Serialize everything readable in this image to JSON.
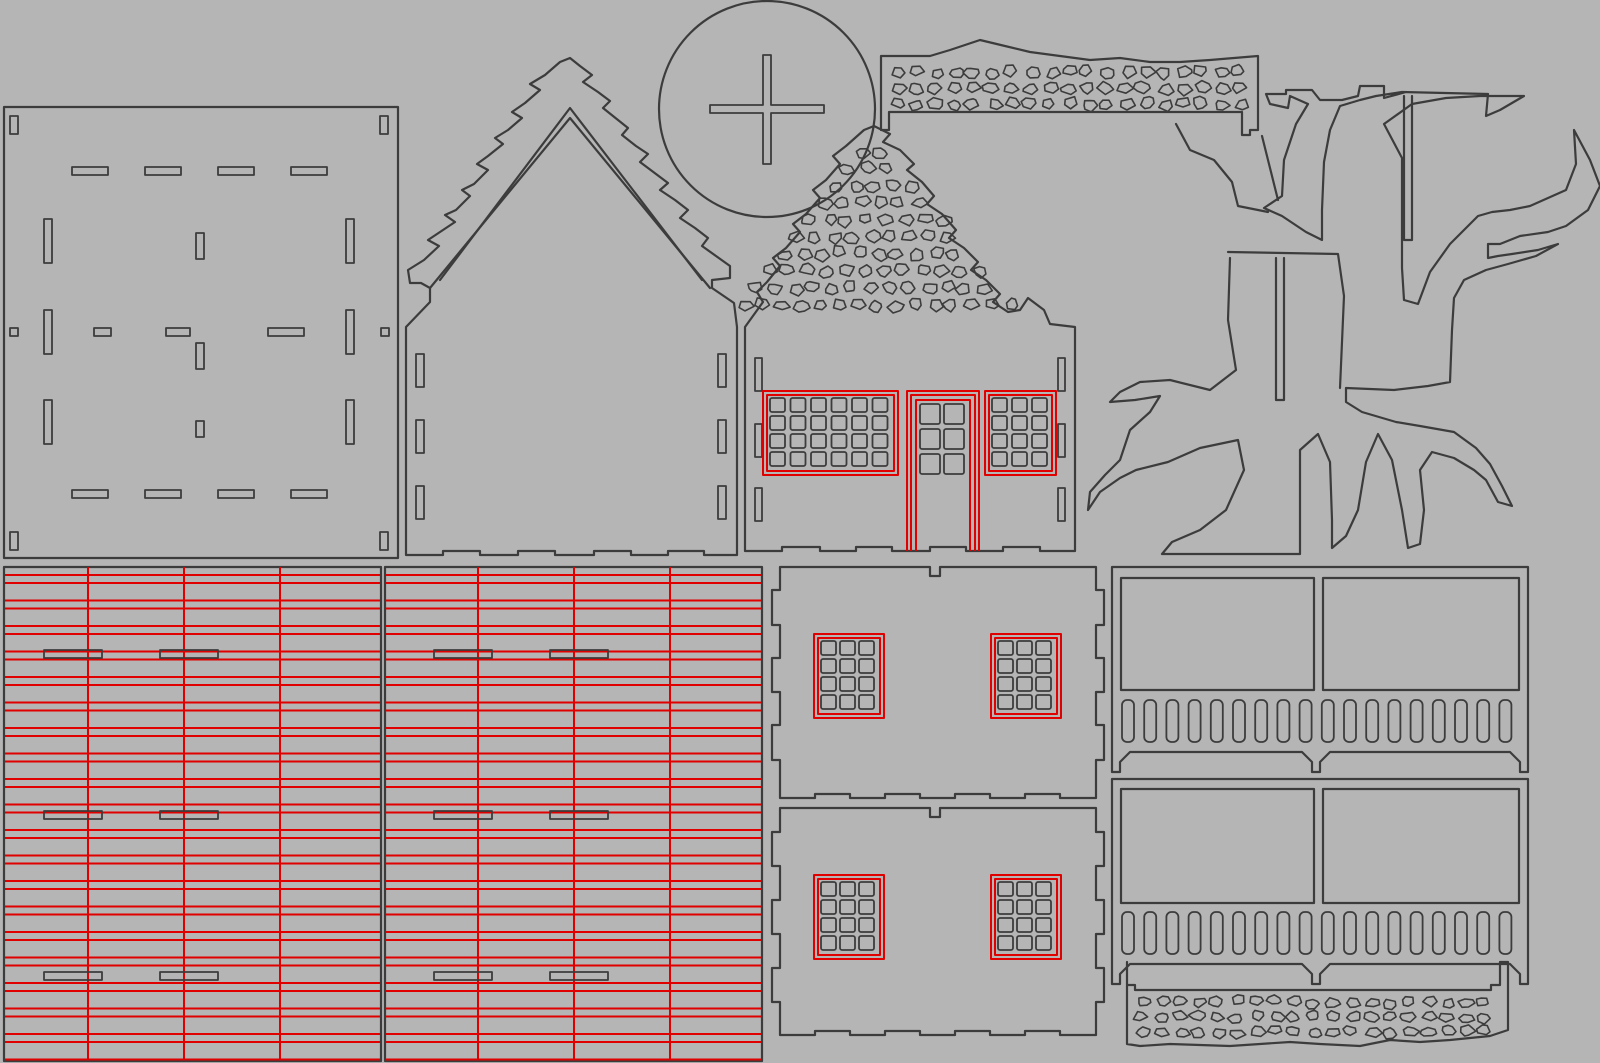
{
  "sheet": {
    "background": "#b5b5b5",
    "cut_color": "#3c3c3c",
    "engrave_color": "#e00000"
  },
  "parts": [
    {
      "name": "base-plate",
      "icon": "square-slotted-panel"
    },
    {
      "name": "gable-wall-plain",
      "icon": "house-gable-outline"
    },
    {
      "name": "round-disc-with-cross-slot",
      "icon": "circle-plus"
    },
    {
      "name": "lace-fence-top",
      "icon": "fretwork-strip"
    },
    {
      "name": "gable-front-with-door",
      "icon": "house-facade"
    },
    {
      "name": "tree",
      "icon": "tree-silhouette"
    },
    {
      "name": "roof-panel-left",
      "icon": "shingled-roof"
    },
    {
      "name": "roof-panel-right",
      "icon": "shingled-roof"
    },
    {
      "name": "side-wall-upper",
      "icon": "wall-two-windows"
    },
    {
      "name": "side-wall-lower",
      "icon": "wall-two-windows"
    },
    {
      "name": "balcony-rail-upper",
      "icon": "railing"
    },
    {
      "name": "balcony-rail-lower",
      "icon": "railing"
    },
    {
      "name": "lace-fence-bottom",
      "icon": "fretwork-strip"
    }
  ]
}
